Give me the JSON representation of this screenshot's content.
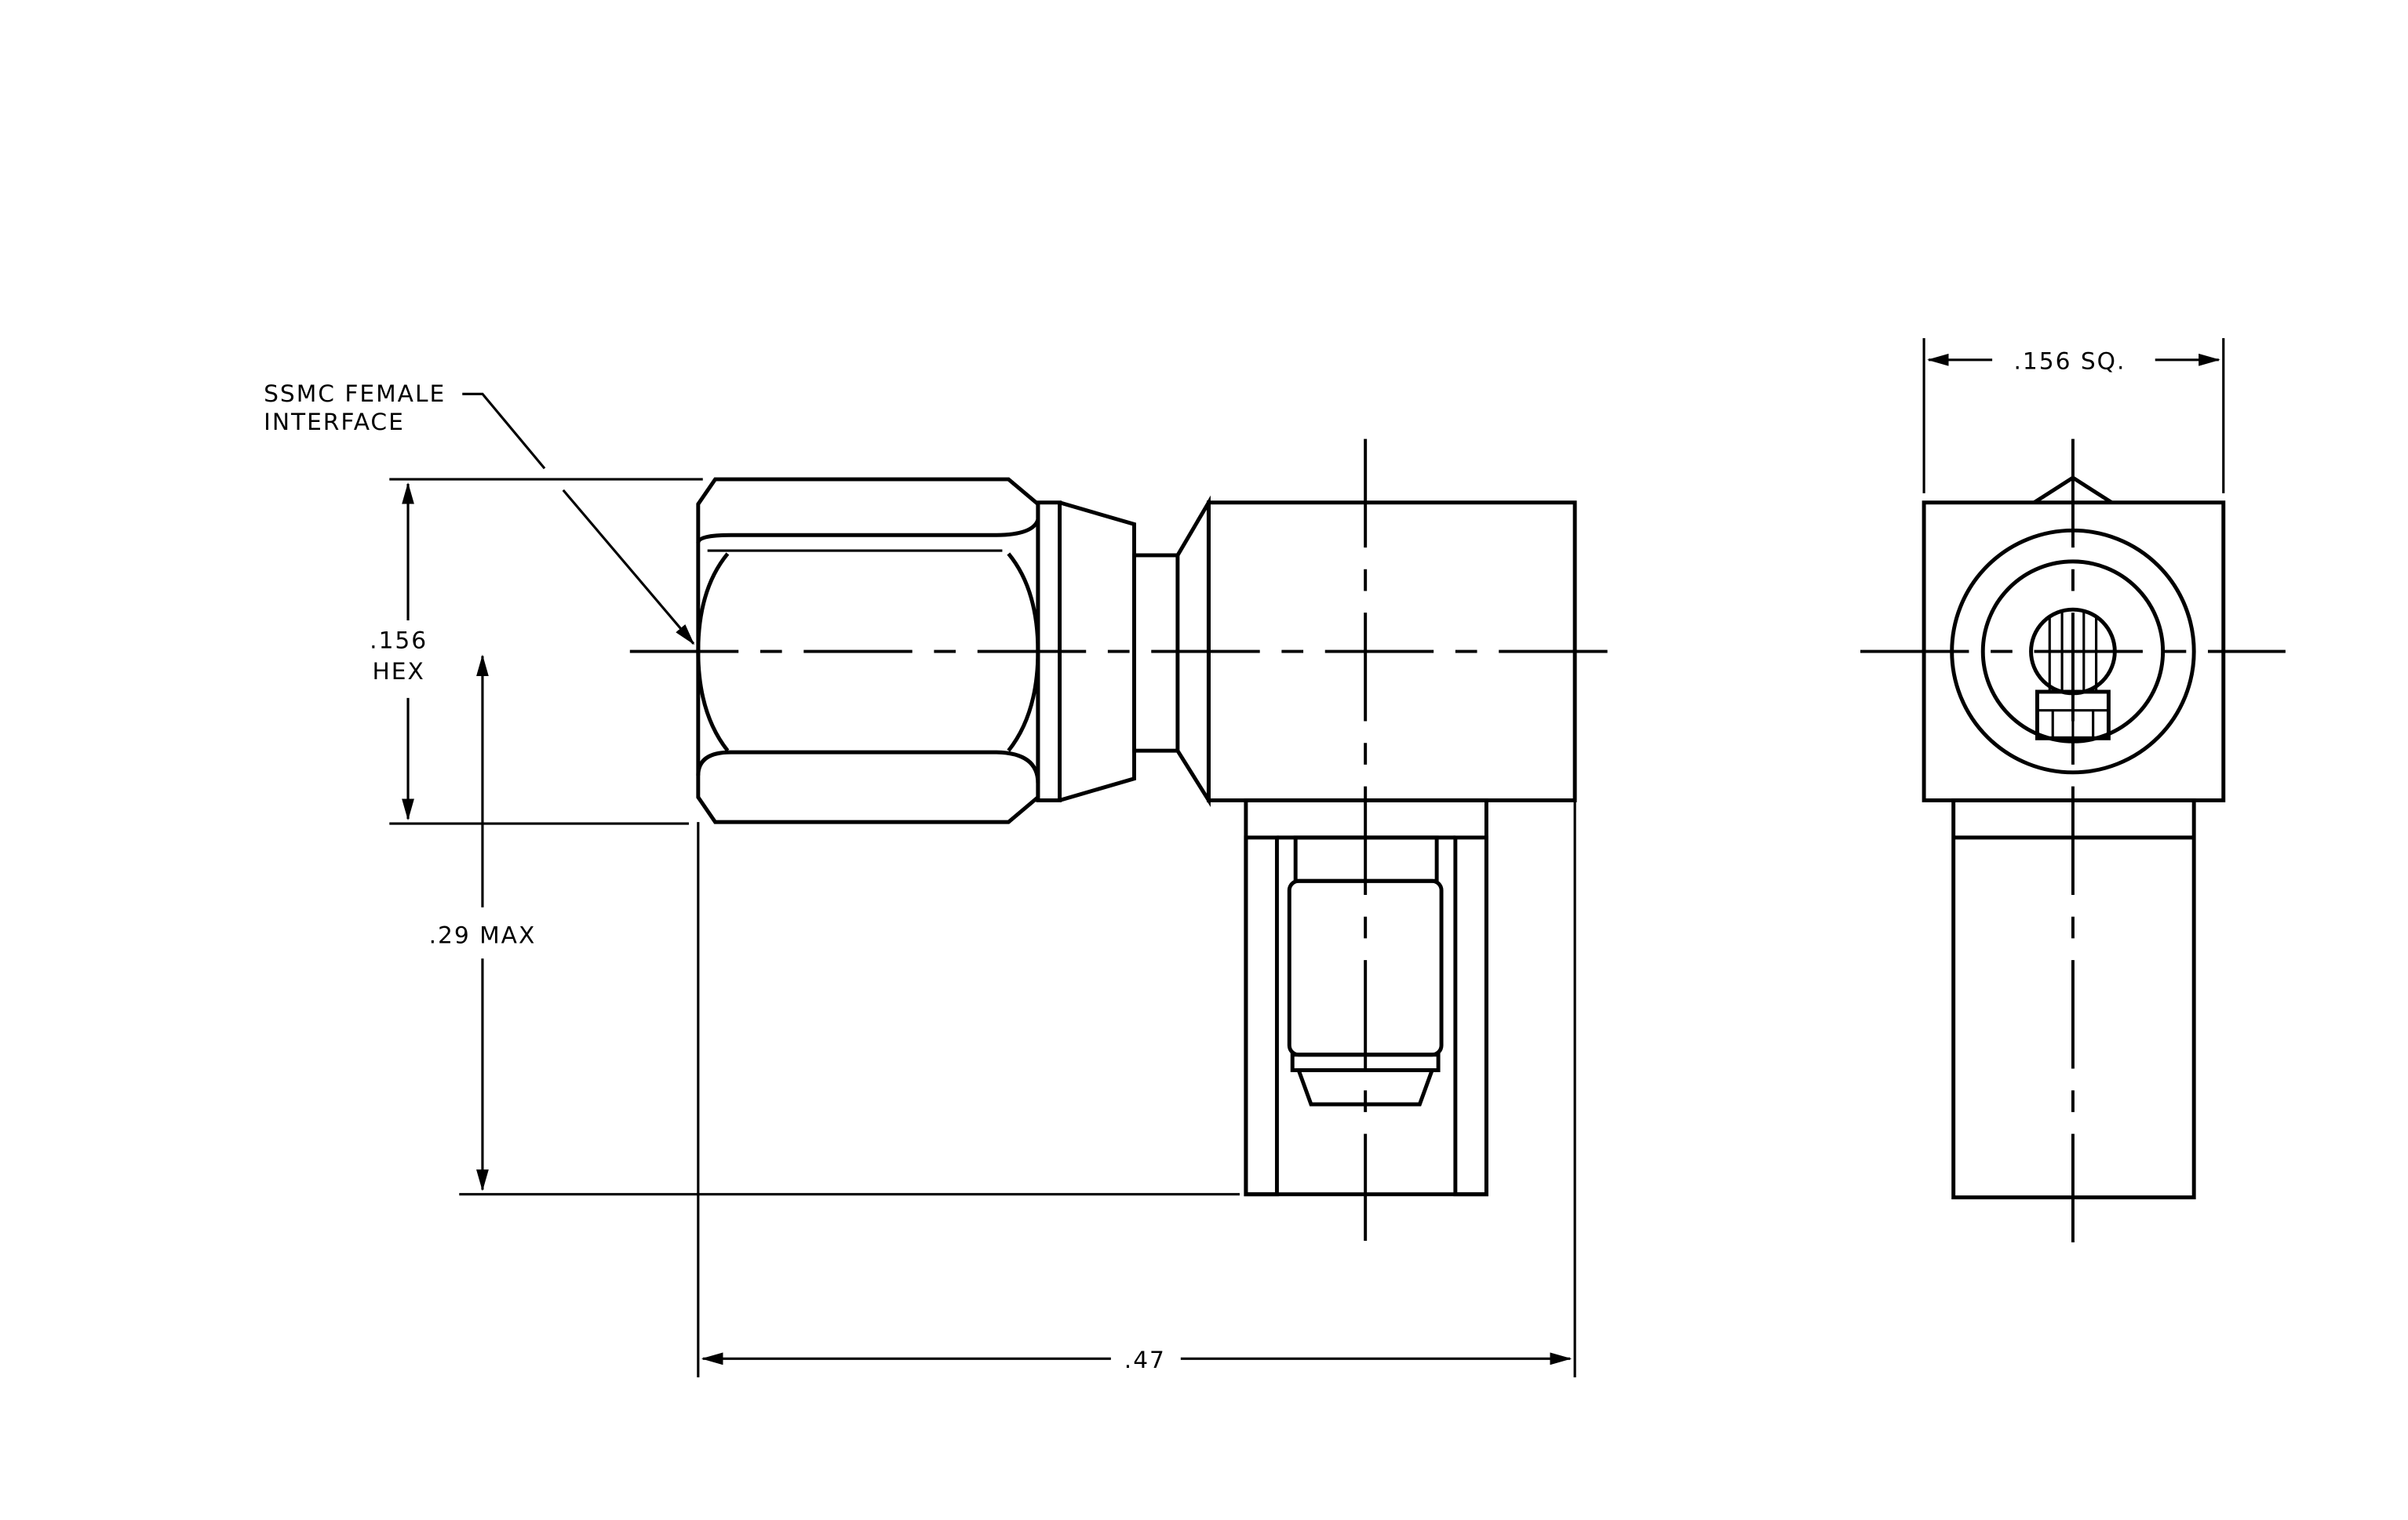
{
  "annotations": {
    "interface_line1": "SSMC FEMALE",
    "interface_line2": "INTERFACE",
    "hex_value": ".156",
    "hex_label": "HEX",
    "height_dim": ".29 MAX",
    "length_dim": ".47",
    "square_dim": ".156 SQ."
  }
}
